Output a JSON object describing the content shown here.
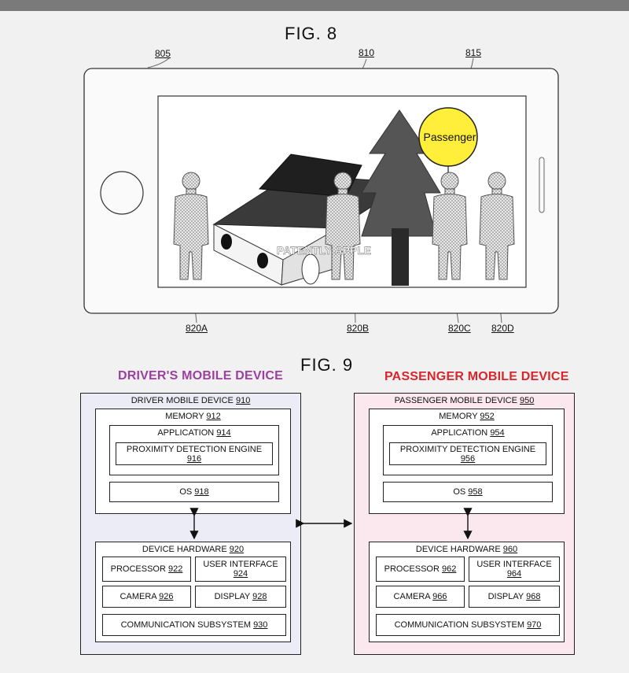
{
  "fig8": {
    "title": "FIG. 8",
    "refs": {
      "phone": "805",
      "screen": "810",
      "bubble": "815",
      "a": "820A",
      "b": "820B",
      "c": "820C",
      "d": "820D"
    },
    "bubble_text": "Passenger",
    "watermark": "PATENTLY APPLE"
  },
  "fig9": {
    "title": "FIG. 9",
    "driver": {
      "header": "DRIVER'S MOBILE DEVICE",
      "header_color": "#9b3fa0",
      "bg": "#ececf6",
      "device": {
        "label": "DRIVER MOBILE DEVICE",
        "num": "910"
      },
      "memory": {
        "label": "MEMORY",
        "num": "912"
      },
      "application": {
        "label": "APPLICATION",
        "num": "914"
      },
      "engine": {
        "label": "PROXIMITY DETECTION ENGINE",
        "num": "916"
      },
      "os": {
        "label": "OS",
        "num": "918"
      },
      "hardware": {
        "label": "DEVICE HARDWARE",
        "num": "920"
      },
      "processor": {
        "label": "PROCESSOR",
        "num": "922"
      },
      "ui": {
        "label": "USER INTERFACE",
        "num": "924"
      },
      "camera": {
        "label": "CAMERA",
        "num": "926"
      },
      "display": {
        "label": "DISPLAY",
        "num": "928"
      },
      "comm": {
        "label": "COMMUNICATION SUBSYSTEM",
        "num": "930"
      }
    },
    "passenger": {
      "header": "PASSENGER MOBILE DEVICE",
      "header_color": "#d8262c",
      "bg": "#fbe7ee",
      "device": {
        "label": "PASSENGER MOBILE DEVICE",
        "num": "950"
      },
      "memory": {
        "label": "MEMORY",
        "num": "952"
      },
      "application": {
        "label": "APPLICATION",
        "num": "954"
      },
      "engine": {
        "label": "PROXIMITY DETECTION ENGINE",
        "num": "956"
      },
      "os": {
        "label": "OS",
        "num": "958"
      },
      "hardware": {
        "label": "DEVICE HARDWARE",
        "num": "960"
      },
      "processor": {
        "label": "PROCESSOR",
        "num": "962"
      },
      "ui": {
        "label": "USER INTERFACE",
        "num": "964"
      },
      "camera": {
        "label": "CAMERA",
        "num": "966"
      },
      "display": {
        "label": "DISPLAY",
        "num": "968"
      },
      "comm": {
        "label": "COMMUNICATION SUBSYSTEM",
        "num": "970"
      }
    }
  }
}
